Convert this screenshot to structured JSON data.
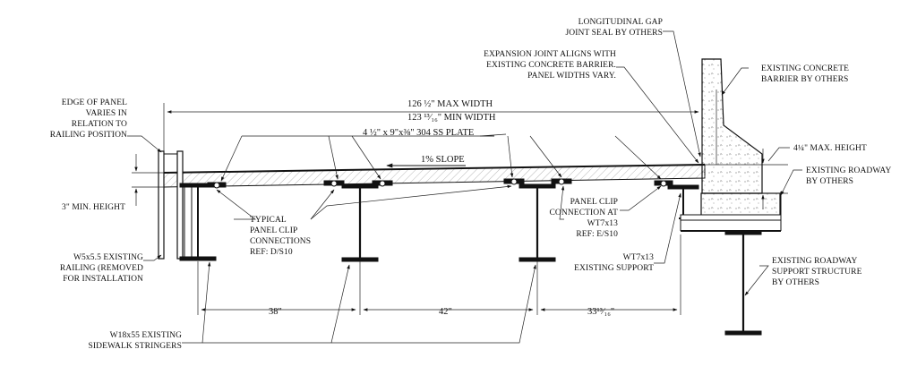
{
  "labels": {
    "longitudinal_gap": [
      "LONGITUDINAL GAP",
      "JOINT SEAL BY OTHERS"
    ],
    "expansion_joint": [
      "EXPANSION JOINT ALIGNS WITH",
      "EXISTING CONCRETE BARRIER.",
      "PANEL WIDTHS VARY."
    ],
    "existing_barrier": [
      "EXISTING CONCRETE",
      "BARRIER BY OTHERS"
    ],
    "edge_of_panel": [
      "EDGE OF PANEL",
      "VARIES IN",
      "RELATION TO",
      "RAILING POSITION"
    ],
    "max_width": "126 ½\" MAX WIDTH",
    "min_width": "123 ¹³⁄₁₆\" MIN WIDTH",
    "ss_plate": "4 ½\" x 9\"x⅜\" 304 SS PLATE",
    "slope": "1% SLOPE",
    "max_height": "4¼\" MAX. HEIGHT",
    "existing_roadway": [
      "EXISTING ROADWAY",
      "BY  OTHERS"
    ],
    "min_height": "3\" MIN. HEIGHT",
    "typical_clip": [
      "TYPICAL",
      "PANEL CLIP",
      "CONNECTIONS",
      "REF: D/S10"
    ],
    "panel_clip_wt": [
      "PANEL CLIP",
      "CONNECTION AT",
      "WT7x13",
      "REF: E/S10"
    ],
    "w5_railing": [
      "W5x5.5 EXISTING",
      "RAILING (REMOVED",
      "FOR INSTALLATION"
    ],
    "wt_support": [
      "WT7x13",
      "EXISTING SUPPORT"
    ],
    "roadway_support": [
      "EXISTING ROADWAY",
      "SUPPORT STRUCTURE",
      "BY  OTHERS"
    ],
    "w18_stringers": [
      "W18x55 EXISTING",
      "SIDEWALK STRINGERS"
    ],
    "dim_38": "38\"",
    "dim_42": "42\"",
    "dim_33": "33¹³⁄₁₆\""
  }
}
